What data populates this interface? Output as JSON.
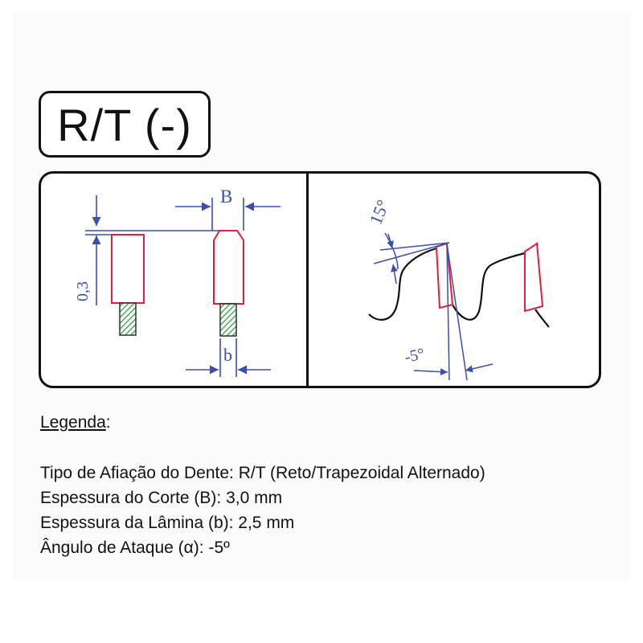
{
  "title": "R/T (-)",
  "diagram": {
    "left_labels": {
      "cut_thickness": "B",
      "tolerance": "0,3",
      "blade_thickness": "b"
    },
    "right_labels": {
      "top_angle": "15°",
      "hook_angle": "-5°"
    },
    "colors": {
      "dimension_lines": "#3b4fa8",
      "tooth_outline": "#e0203a",
      "body_hatch": "#2e9a3a",
      "blade_profile": "#111111"
    }
  },
  "legend": {
    "heading": "Legenda",
    "heading_suffix": ":",
    "lines": [
      "Tipo de Afiação do Dente: R/T (Reto/Trapezoidal Alternado)",
      "Espessura do Corte (B): 3,0 mm",
      "Espessura da Lâmina (b): 2,5 mm",
      "Ângulo de Ataque (α): -5º"
    ]
  }
}
